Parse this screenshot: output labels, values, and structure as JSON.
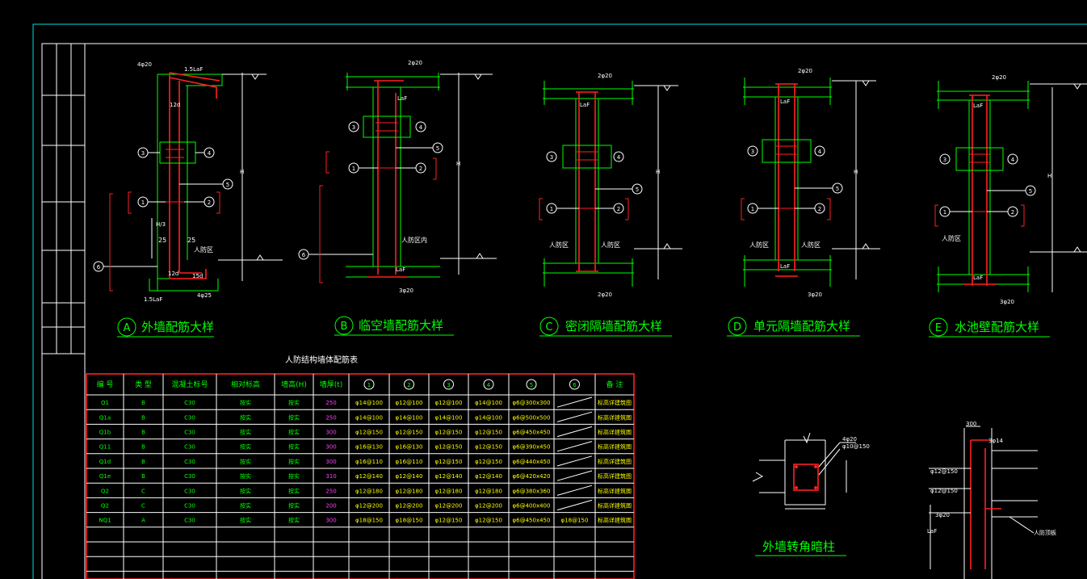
{
  "title_block": {
    "rows": [
      "",
      "",
      "",
      "",
      "",
      "",
      ""
    ]
  },
  "details": [
    {
      "letter": "A",
      "title": "外墙配筋大样"
    },
    {
      "letter": "B",
      "title": "临空墙配筋大样"
    },
    {
      "letter": "C",
      "title": "密闭隔墙配筋大样"
    },
    {
      "letter": "D",
      "title": "单元隔墙配筋大样"
    },
    {
      "letter": "E",
      "title": "水池壁配筋大样"
    }
  ],
  "detail_labels": {
    "a_top_bar": "4φ20",
    "a_lap_top": "1.5LaF",
    "a_lap_bot": "1.5LaF",
    "a_12d_top": "12d",
    "a_12d_bot": "12d",
    "a_15d": "15d",
    "a_25_left": "25",
    "a_25_right": "25",
    "a_h3": "H/3",
    "a_bot_bar": "4φ25",
    "a_side": "人防区",
    "b_top_bar": "2φ20",
    "b_laf_top": "LaF",
    "b_laf_bot": "LaF",
    "b_bot_bar": "3φ20",
    "b_right": "人防区内",
    "c_top_bar": "2φ20",
    "c_laf": "LaF",
    "c_bot_bar": "2φ20",
    "c_left": "人防区",
    "c_right": "人防区",
    "d_top_bar": "2φ20",
    "d_laf_top": "LaF",
    "d_laf_bot": "LaF",
    "d_bot_bar": "3φ20",
    "d_left": "人防区",
    "d_right": "人防区",
    "e_top_bar": "2φ20",
    "e_laf_top": "LaF",
    "e_laf_bot": "LaF",
    "e_bot_bar": "3φ20",
    "e_side": "人防区",
    "h": "H",
    "markers": [
      "1",
      "2",
      "3",
      "4",
      "5",
      "6"
    ]
  },
  "table": {
    "title": "人防结构墙体配筋表",
    "headers": [
      "编 号",
      "类 型",
      "混凝土标号",
      "相对标高",
      "墙高(H)",
      "墙厚(t)",
      "1",
      "2",
      "3",
      "4",
      "5",
      "6",
      "备 注"
    ],
    "rows": [
      [
        "Q1",
        "B",
        "C30",
        "按实",
        "按实",
        "250",
        "φ14@100",
        "φ12@100",
        "φ12@100",
        "φ14@100",
        "φ6@300x300",
        "",
        "标高详建筑图"
      ],
      [
        "Q1a",
        "B",
        "C30",
        "按实",
        "按实",
        "250",
        "φ14@100",
        "φ14@100",
        "φ14@100",
        "φ14@100",
        "φ6@500x500",
        "",
        "标高详建筑图"
      ],
      [
        "Q1b",
        "B",
        "C30",
        "按实",
        "按实",
        "300",
        "φ12@150",
        "φ12@150",
        "φ12@150",
        "φ12@150",
        "φ6@450x450",
        "",
        "标高详建筑图"
      ],
      [
        "Q11",
        "B",
        "C30",
        "按实",
        "按实",
        "300",
        "φ16@130",
        "φ16@130",
        "φ12@150",
        "φ12@150",
        "φ6@390x450",
        "",
        "标高详建筑图"
      ],
      [
        "Q1d",
        "B",
        "C30",
        "按实",
        "按实",
        "300",
        "φ16@110",
        "φ16@110",
        "φ12@150",
        "φ12@150",
        "φ6@440x450",
        "",
        "标高详建筑图"
      ],
      [
        "Q1e",
        "B",
        "C30",
        "按实",
        "按实",
        "310",
        "φ12@140",
        "φ12@140",
        "φ12@140",
        "φ12@140",
        "φ6@420x420",
        "",
        "标高详建筑图"
      ],
      [
        "Q2",
        "C",
        "C30",
        "按实",
        "按实",
        "250",
        "φ12@180",
        "φ12@180",
        "φ12@180",
        "φ12@180",
        "φ6@380x360",
        "",
        "标高详建筑图"
      ],
      [
        "Q2",
        "C",
        "C30",
        "按实",
        "按实",
        "200",
        "φ12@200",
        "φ12@200",
        "φ12@200",
        "φ12@200",
        "φ6@400x400",
        "",
        "标高详建筑图"
      ],
      [
        "NQ1",
        "A",
        "C30",
        "按实",
        "按实",
        "300",
        "φ18@150",
        "φ18@150",
        "φ12@150",
        "φ12@150",
        "φ6@450x450",
        "φ18@150",
        "标高详建筑图"
      ]
    ]
  },
  "corner_column": {
    "title": "外墙转角暗柱",
    "bar": "4φ20",
    "stirrup": "φ10@150"
  },
  "side_detail": {
    "dim": "300",
    "top_bar": "3φ14",
    "bar1": "φ12@150",
    "bar2": "φ12@150",
    "bar3": "3φ20",
    "laf": "LaF",
    "lbl_right": "人防顶板"
  },
  "colors": {
    "green": "#00ff00",
    "cyan": "#00e0e0",
    "red": "#ff2020",
    "yellow": "#ffff00",
    "magenta": "#ff40ff"
  }
}
